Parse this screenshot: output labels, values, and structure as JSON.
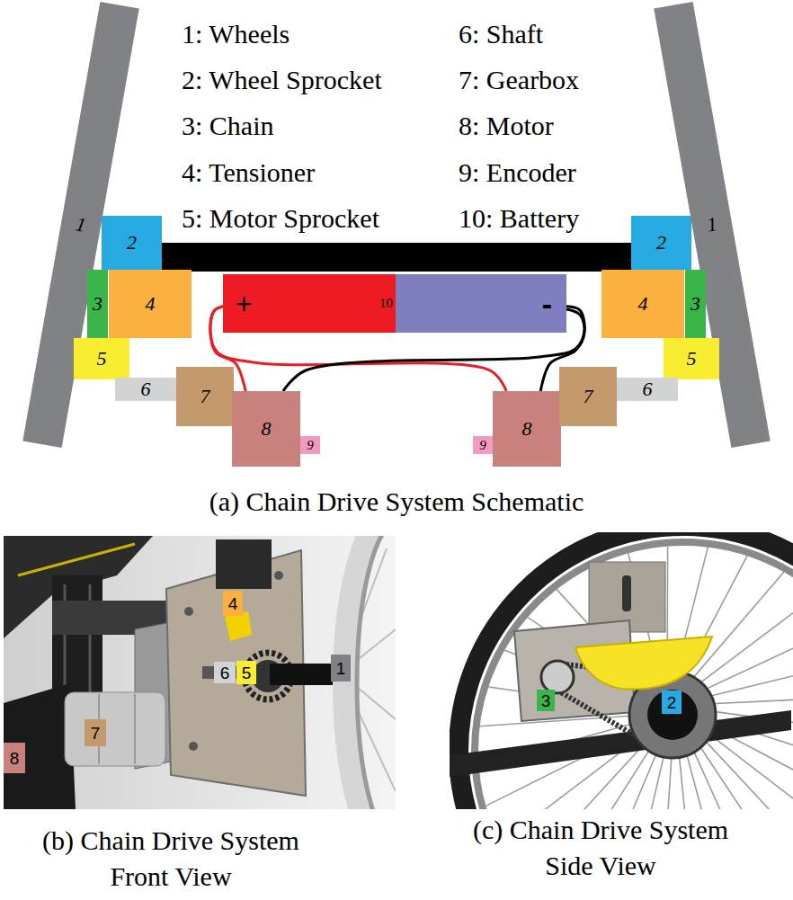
{
  "diagram": {
    "nodes": [
      {
        "text": [
          "1"
        ]
      },
      {
        "text": [
          "2"
        ]
      },
      {
        "text": [
          "2"
        ]
      },
      {
        "text": [
          "1"
        ]
      },
      {
        "text": [
          "3"
        ]
      },
      {
        "text": [
          "4"
        ]
      },
      {
        "text": [
          "+",
          "10"
        ]
      },
      {
        "text": [
          "-"
        ]
      },
      {
        "text": [
          "4"
        ]
      },
      {
        "text": [
          "3"
        ]
      },
      {
        "text": [
          "5"
        ]
      },
      {
        "text": [
          "5"
        ]
      },
      {
        "text": [
          "6"
        ]
      },
      {
        "text": [
          "7"
        ]
      },
      {
        "text": [
          "8"
        ]
      },
      {
        "text": [
          "9"
        ]
      },
      {
        "text": [
          "9"
        ]
      },
      {
        "text": [
          "8"
        ]
      },
      {
        "text": [
          "7"
        ]
      },
      {
        "text": [
          "6"
        ]
      },
      {
        "text": [
          "4"
        ]
      },
      {
        "text": [
          "1"
        ]
      },
      {
        "text": [
          "6"
        ]
      },
      {
        "text": [
          "5"
        ]
      },
      {
        "text": [
          "8"
        ]
      },
      {
        "text": [
          "7"
        ]
      },
      {
        "text": [
          "3"
        ]
      },
      {
        "text": [
          "2"
        ]
      }
    ],
    "edges": [
      {
        "from": 6,
        "to": 14,
        "arrow": "none"
      },
      {
        "from": 6,
        "to": 17,
        "arrow": "none"
      },
      {
        "from": 7,
        "to": 14,
        "arrow": "none"
      },
      {
        "from": 7,
        "to": 17,
        "arrow": "none"
      }
    ],
    "labels": [
      "1: Wheels",
      "2: Wheel Sprocket",
      "3: Chain",
      "4: Tensioner",
      "5: Motor Sprocket",
      "6: Shaft",
      "7: Gearbox",
      "8: Motor",
      "9: Encoder",
      "10: Battery",
      "(a) Chain Drive System Schematic",
      "(b) Chain Drive System Front View",
      "(c) Chain Drive System Side View"
    ]
  }
}
